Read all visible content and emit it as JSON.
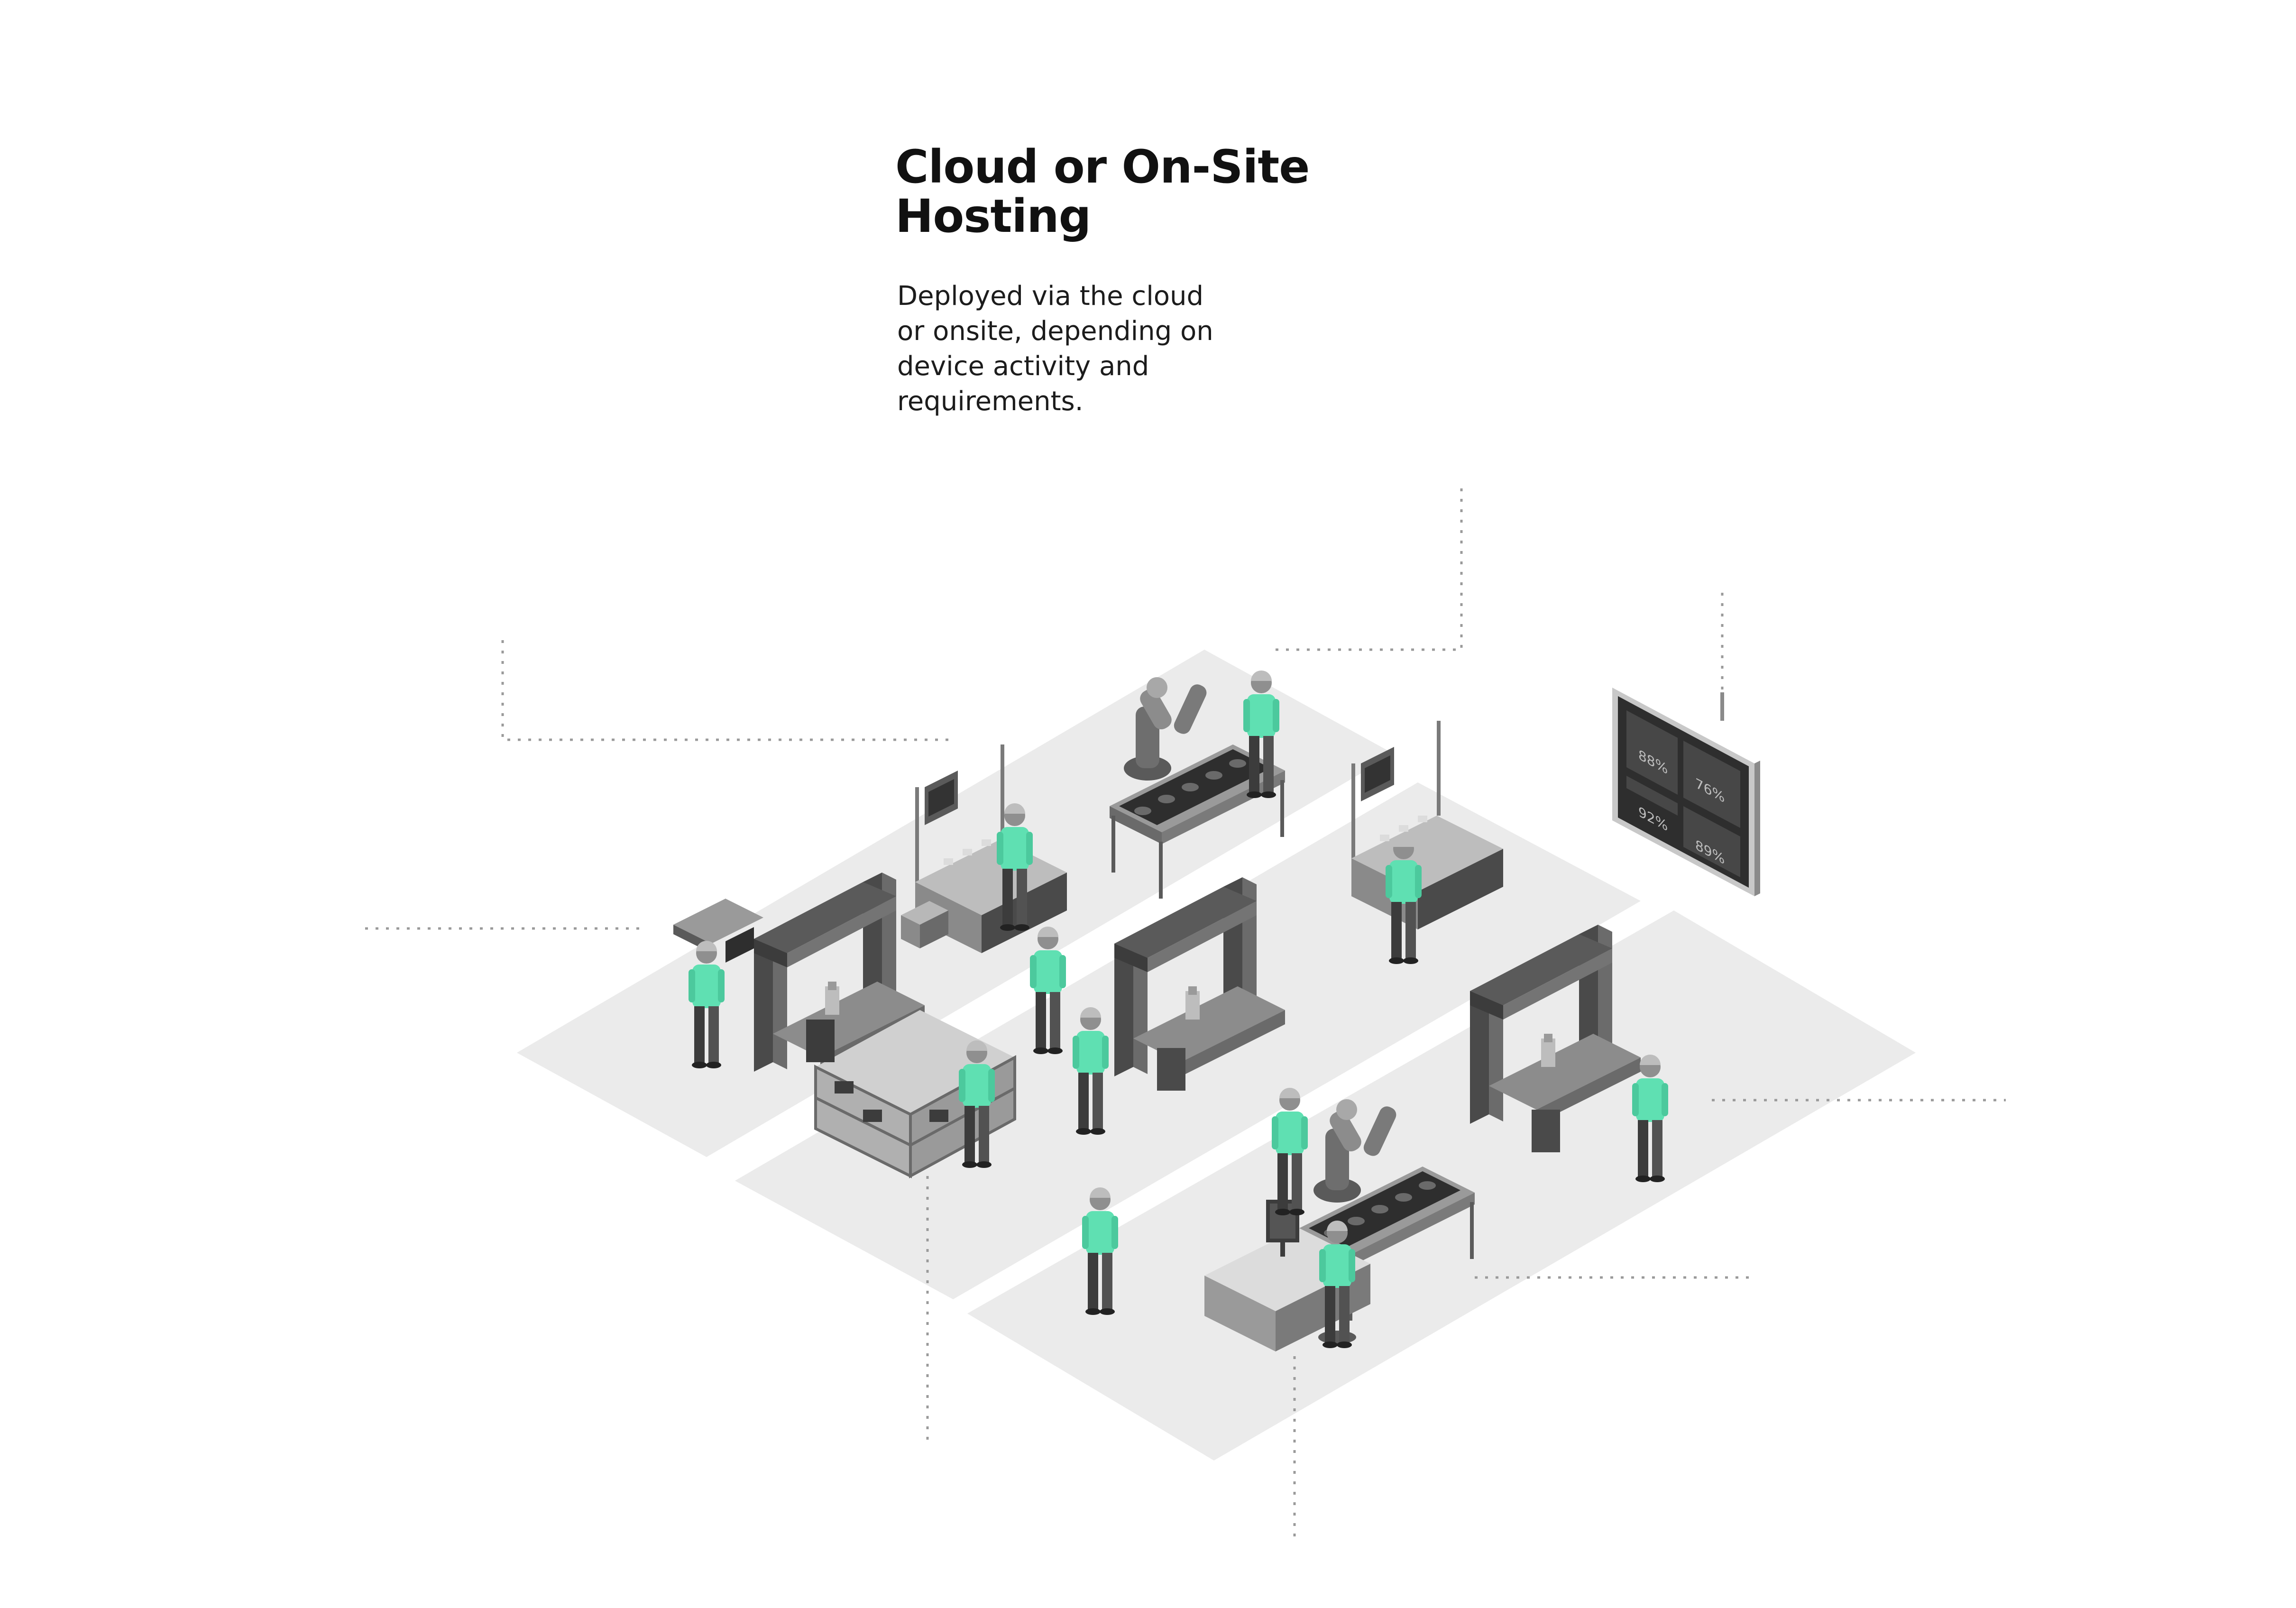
{
  "header": {
    "title": "Cloud or On-Site Hosting",
    "description": "Deployed via the cloud or onsite, depending on device activity and requirements."
  },
  "dashboard": {
    "readings": [
      "88%",
      "76%",
      "92%",
      "89%"
    ]
  },
  "colors": {
    "accent": "#5fe0b2",
    "floor": "#ebebeb",
    "dark_gray": "#4a4a4a",
    "mid_gray": "#8a8a8a",
    "light_gray": "#c8c8c8",
    "leader_line": "#999999"
  },
  "icons": [
    "worker-icon",
    "robot-arm-icon",
    "gantry-machine-icon",
    "monitor-icon",
    "shelf-icon",
    "dashboard-screen-icon"
  ]
}
